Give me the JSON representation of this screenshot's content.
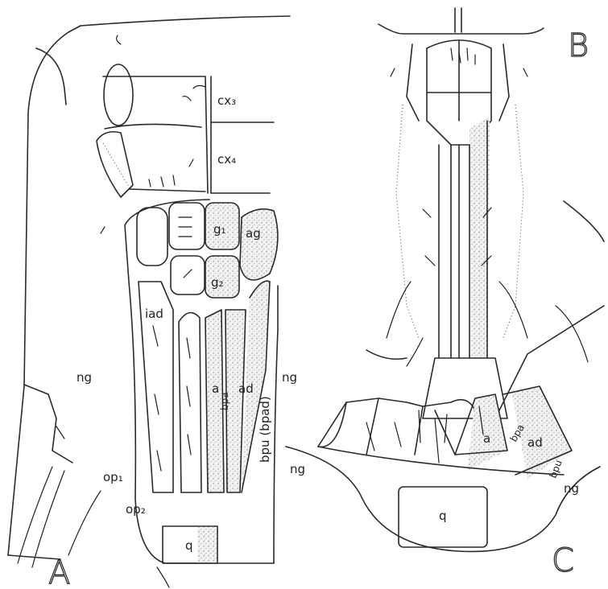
{
  "figure": {
    "panels": [
      "A",
      "B",
      "C"
    ],
    "labels": {
      "cx3": "cx₃",
      "cx4": "cx₄",
      "g1": "g₁",
      "g2": "g₂",
      "ag": "ag",
      "iad": "iad",
      "ng_a_left": "ng",
      "ng_a_right": "ng",
      "a_a": "a",
      "bpa_a": "bpa",
      "ad_a": "ad",
      "bpu_a": "bpu (bpad)",
      "op1": "op₁",
      "op2": "op₂",
      "q_a": "q",
      "a_c": "a",
      "bpa_c": "bpa",
      "ad_c": "ad",
      "bpu_c": "bpu",
      "ng_c_left": "ng",
      "ng_c_right": "ng",
      "q_c": "q"
    }
  }
}
